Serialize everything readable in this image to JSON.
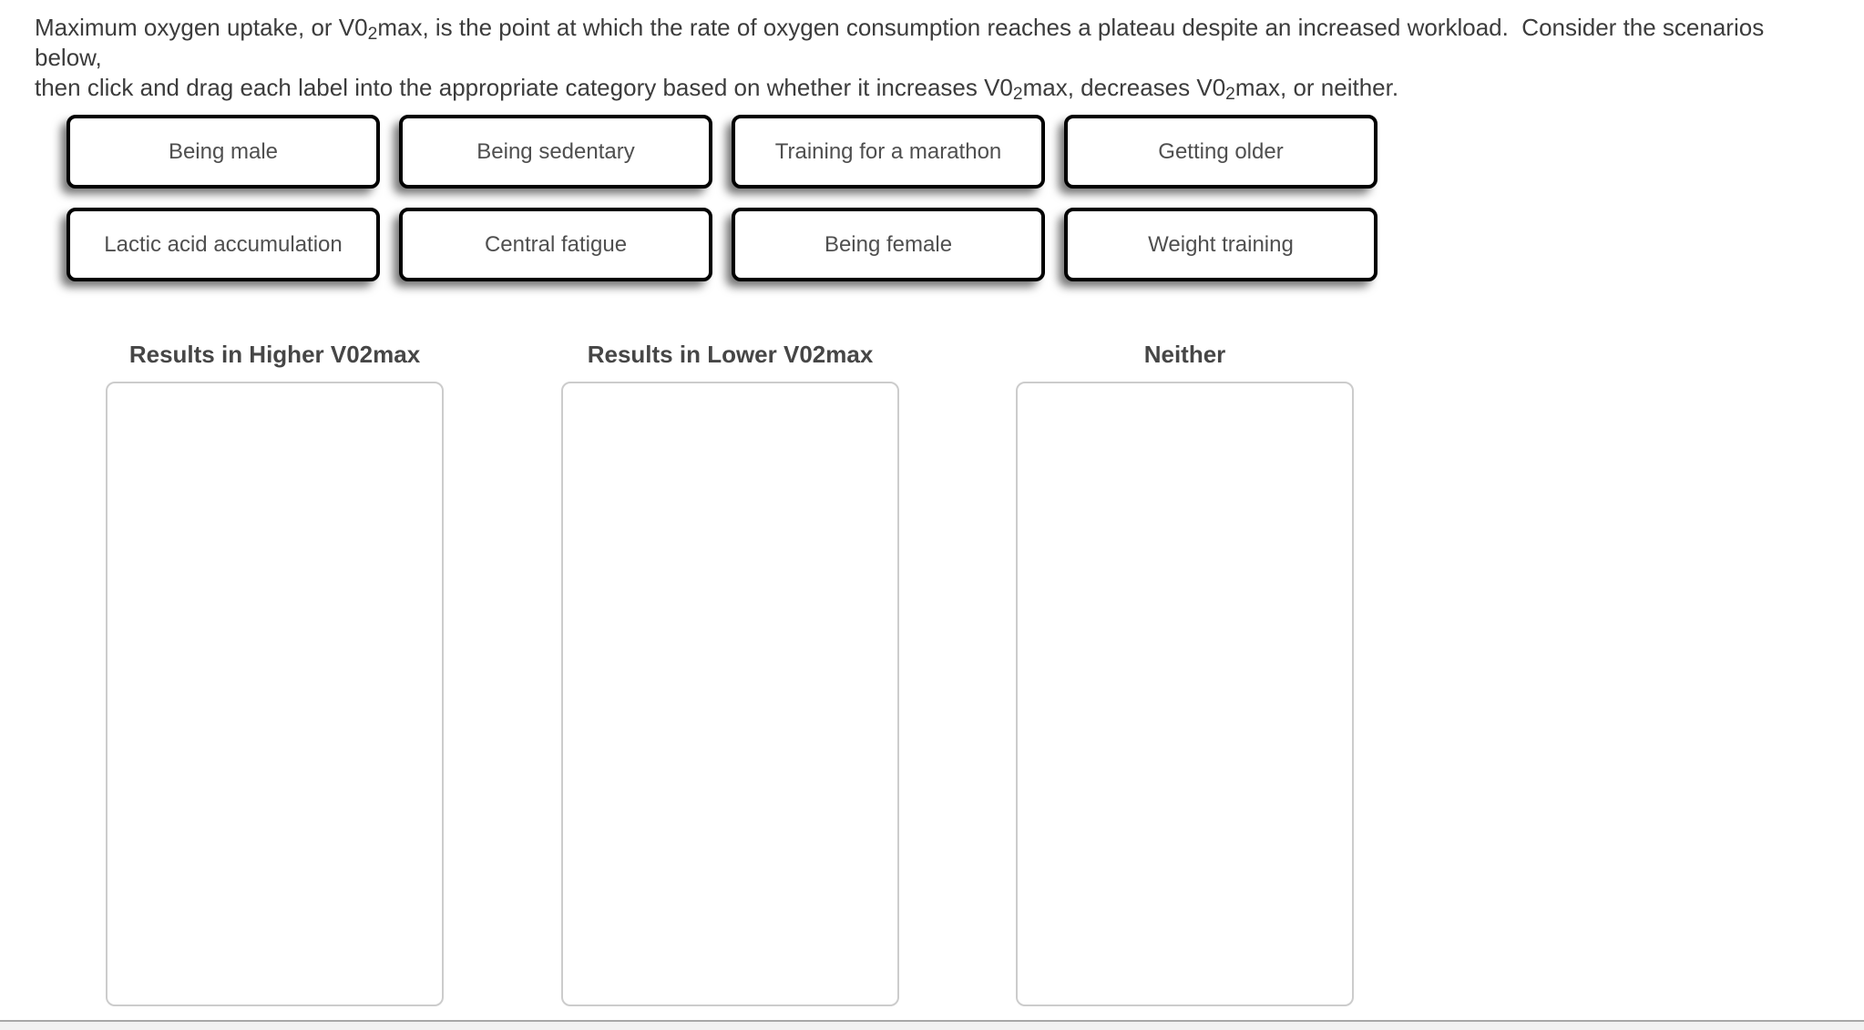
{
  "instructions": {
    "line1": [
      {
        "t": "Maximum oxygen uptake, or V0"
      },
      {
        "sub": "2"
      },
      {
        "t": "max, is the point at which the rate of oxygen consumption reaches a plateau despite an increased workload.  Consider the scenarios below,"
      }
    ],
    "line2": [
      {
        "t": "then click and drag each label into the appropriate category based on whether it increases V0"
      },
      {
        "sub": "2"
      },
      {
        "t": "max, decreases V0"
      },
      {
        "sub": "2"
      },
      {
        "t": "max, or neither."
      }
    ]
  },
  "labels": {
    "items": [
      "Being male",
      "Being sedentary",
      "Training for a marathon",
      "Getting older",
      "Lactic acid accumulation",
      "Central fatigue",
      "Being female",
      "Weight training"
    ]
  },
  "categories": [
    {
      "title": "Results in Higher V02max",
      "items": []
    },
    {
      "title": "Results in Lower V02max",
      "items": []
    },
    {
      "title": "Neither",
      "items": []
    }
  ],
  "colors": {
    "page_bg": "#ffffff",
    "instruction_text": "#3c3c3c",
    "label_text": "#4f4f4f",
    "label_border": "#000000",
    "label_bg": "#ffffff",
    "category_title_text": "#464646",
    "dropzone_border": "#cccccc",
    "dropzone_bg": "#ffffff",
    "bottom_divider": "#a8a8a8",
    "bottom_strip_bg": "#f2f2f2"
  }
}
